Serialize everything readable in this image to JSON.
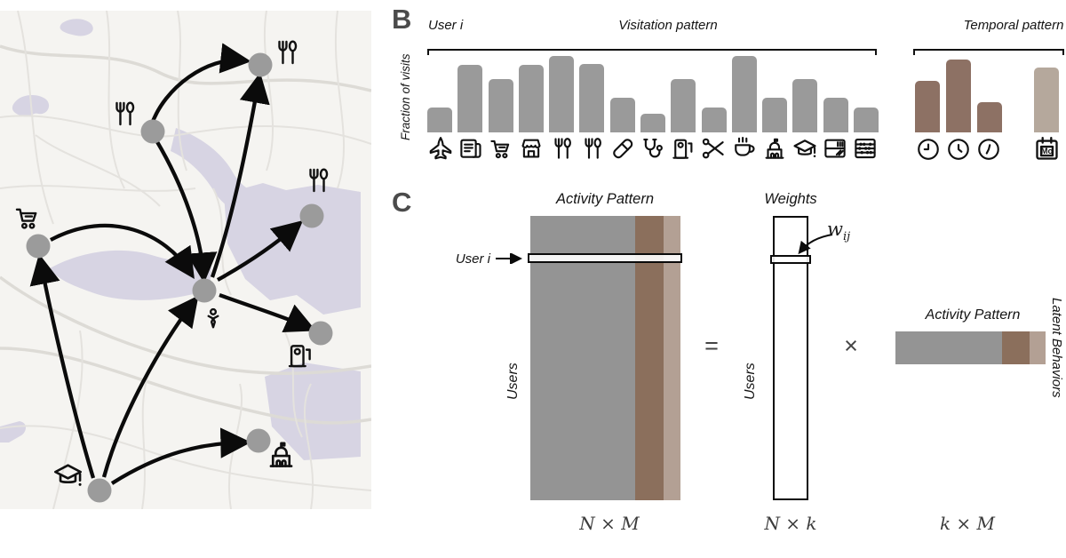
{
  "panel_b": {
    "label": "B",
    "user_label": "User i",
    "calendar_label": "Mo"
  },
  "panel_c": {
    "label": "C",
    "matrix_title": "Activity Pattern",
    "user_label": "User i",
    "users_label": "Users",
    "users_label_2": "Users",
    "dim_nm": "N × M",
    "equals": "=",
    "weights_title": "Weights",
    "weight_base": "w",
    "weight_sub": "ij",
    "dim_nk": "N × k",
    "times": "×",
    "pattern_title": "Activity Pattern",
    "latent_label": "Latent Behaviors",
    "dim_km": "k × M"
  },
  "chart_data": [
    {
      "type": "bar",
      "title": "Visitation pattern",
      "ylabel": "Fraction of visits",
      "categories": [
        "airplane",
        "newspaper",
        "shopping-cart",
        "storefront",
        "restaurant",
        "restaurant-2",
        "eraser",
        "stethoscope",
        "fuel-pump",
        "scissors",
        "coffee",
        "church",
        "graduation-cap",
        "shelf",
        "abacus"
      ],
      "values": [
        0.3,
        0.82,
        0.65,
        0.82,
        0.92,
        0.83,
        0.42,
        0.23,
        0.65,
        0.3,
        0.93,
        0.42,
        0.65,
        0.42,
        0.3
      ],
      "ylim": [
        0,
        1
      ],
      "bar_color": "#9a9a9a",
      "legend": "none",
      "grid": false
    },
    {
      "type": "bar",
      "title": "Temporal pattern",
      "categories": [
        "clock-1",
        "clock-2",
        "clock-3",
        "calendar-monday"
      ],
      "values": [
        0.62,
        0.88,
        0.37,
        0.78
      ],
      "ylim": [
        0,
        1
      ],
      "bar_colors": [
        "#8d7164",
        "#8d7164",
        "#8d7164",
        "#b5a89c"
      ],
      "legend": "none",
      "grid": false
    }
  ],
  "map": {
    "nodes": [
      {
        "id": "n1",
        "venue": "restaurant"
      },
      {
        "id": "n2",
        "venue": "restaurant"
      },
      {
        "id": "n3",
        "venue": "restaurant"
      },
      {
        "id": "n4",
        "venue": "shopping-cart"
      },
      {
        "id": "n5",
        "venue": "work"
      },
      {
        "id": "n6",
        "venue": "fuel-pump"
      },
      {
        "id": "n7",
        "venue": "graduation-cap"
      },
      {
        "id": "n8",
        "venue": "church"
      }
    ],
    "edges": [
      {
        "from": "n2",
        "to": "n1"
      },
      {
        "from": "n2",
        "to": "n5"
      },
      {
        "from": "n5",
        "to": "n1"
      },
      {
        "from": "n5",
        "to": "n3"
      },
      {
        "from": "n4",
        "to": "n5"
      },
      {
        "from": "n5",
        "to": "n6"
      },
      {
        "from": "n7",
        "to": "n4"
      },
      {
        "from": "n7",
        "to": "n5"
      },
      {
        "from": "n7",
        "to": "n8"
      }
    ]
  },
  "colors": {
    "bar_gray": "#9a9a9a",
    "brown": "#8b6f5c",
    "taupe": "#b3a094",
    "matrix_gray": "#949494",
    "water": "#d7d4e3",
    "map_bg": "#f5f4f1",
    "node_gray": "#9b9b9b"
  }
}
